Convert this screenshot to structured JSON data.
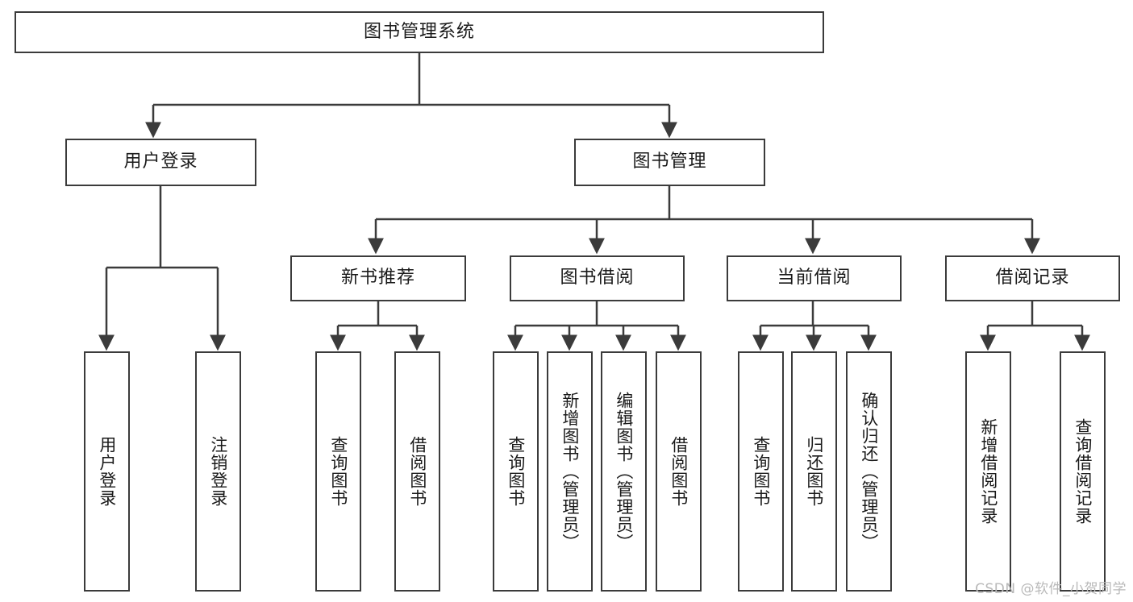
{
  "diagram": {
    "title": "图书管理系统",
    "type": "tree",
    "orientation": "top-down",
    "colors": {
      "box_border": "#3b3b3b",
      "box_fill": "#ffffff",
      "edge": "#3b3b3b",
      "text": "#1a1a1a",
      "background": "#ffffff",
      "watermark": "#b9b9b9"
    },
    "watermark": "CSDN @软件_小贺同学",
    "nodes": {
      "root": {
        "label": "图书管理系统",
        "level": 0,
        "orientation": "horizontal"
      },
      "user_login": {
        "label": "用户登录",
        "level": 1,
        "orientation": "horizontal"
      },
      "book_manage": {
        "label": "图书管理",
        "level": 1,
        "orientation": "horizontal"
      },
      "new_book_rec": {
        "label": "新书推荐",
        "level": 2,
        "orientation": "horizontal"
      },
      "book_borrow": {
        "label": "图书借阅",
        "level": 2,
        "orientation": "horizontal"
      },
      "current_borrow": {
        "label": "当前借阅",
        "level": 2,
        "orientation": "horizontal"
      },
      "borrow_record": {
        "label": "借阅记录",
        "level": 2,
        "orientation": "horizontal"
      },
      "leaf_user_login": {
        "label": "用户登录",
        "level": 2,
        "orientation": "vertical"
      },
      "leaf_logout": {
        "label": "注销登录",
        "level": 2,
        "orientation": "vertical"
      },
      "leaf_query_book_1": {
        "label": "查询图书",
        "level": 3,
        "orientation": "vertical"
      },
      "leaf_borrow_book_1": {
        "label": "借阅图书",
        "level": 3,
        "orientation": "vertical"
      },
      "leaf_query_book_2": {
        "label": "查询图书",
        "level": 3,
        "orientation": "vertical"
      },
      "leaf_add_book": {
        "label": "新增图书（管理员）",
        "level": 3,
        "orientation": "vertical"
      },
      "leaf_edit_book": {
        "label": "编辑图书（管理员）",
        "level": 3,
        "orientation": "vertical"
      },
      "leaf_borrow_book_2": {
        "label": "借阅图书",
        "level": 3,
        "orientation": "vertical"
      },
      "leaf_query_book_3": {
        "label": "查询图书",
        "level": 3,
        "orientation": "vertical"
      },
      "leaf_return_book": {
        "label": "归还图书",
        "level": 3,
        "orientation": "vertical"
      },
      "leaf_confirm_return": {
        "label": "确认归还（管理员）",
        "level": 3,
        "orientation": "vertical"
      },
      "leaf_add_record": {
        "label": "新增借阅记录",
        "level": 3,
        "orientation": "vertical"
      },
      "leaf_query_record": {
        "label": "查询借阅记录",
        "level": 3,
        "orientation": "vertical"
      }
    },
    "edges": [
      {
        "from": "root",
        "to": "user_login"
      },
      {
        "from": "root",
        "to": "book_manage"
      },
      {
        "from": "user_login",
        "to": "leaf_user_login"
      },
      {
        "from": "user_login",
        "to": "leaf_logout"
      },
      {
        "from": "book_manage",
        "to": "new_book_rec"
      },
      {
        "from": "book_manage",
        "to": "book_borrow"
      },
      {
        "from": "book_manage",
        "to": "current_borrow"
      },
      {
        "from": "book_manage",
        "to": "borrow_record"
      },
      {
        "from": "new_book_rec",
        "to": "leaf_query_book_1"
      },
      {
        "from": "new_book_rec",
        "to": "leaf_borrow_book_1"
      },
      {
        "from": "book_borrow",
        "to": "leaf_query_book_2"
      },
      {
        "from": "book_borrow",
        "to": "leaf_add_book"
      },
      {
        "from": "book_borrow",
        "to": "leaf_edit_book"
      },
      {
        "from": "book_borrow",
        "to": "leaf_borrow_book_2"
      },
      {
        "from": "current_borrow",
        "to": "leaf_query_book_3"
      },
      {
        "from": "current_borrow",
        "to": "leaf_return_book"
      },
      {
        "from": "current_borrow",
        "to": "leaf_confirm_return"
      },
      {
        "from": "borrow_record",
        "to": "leaf_add_record"
      },
      {
        "from": "borrow_record",
        "to": "leaf_query_record"
      }
    ]
  }
}
